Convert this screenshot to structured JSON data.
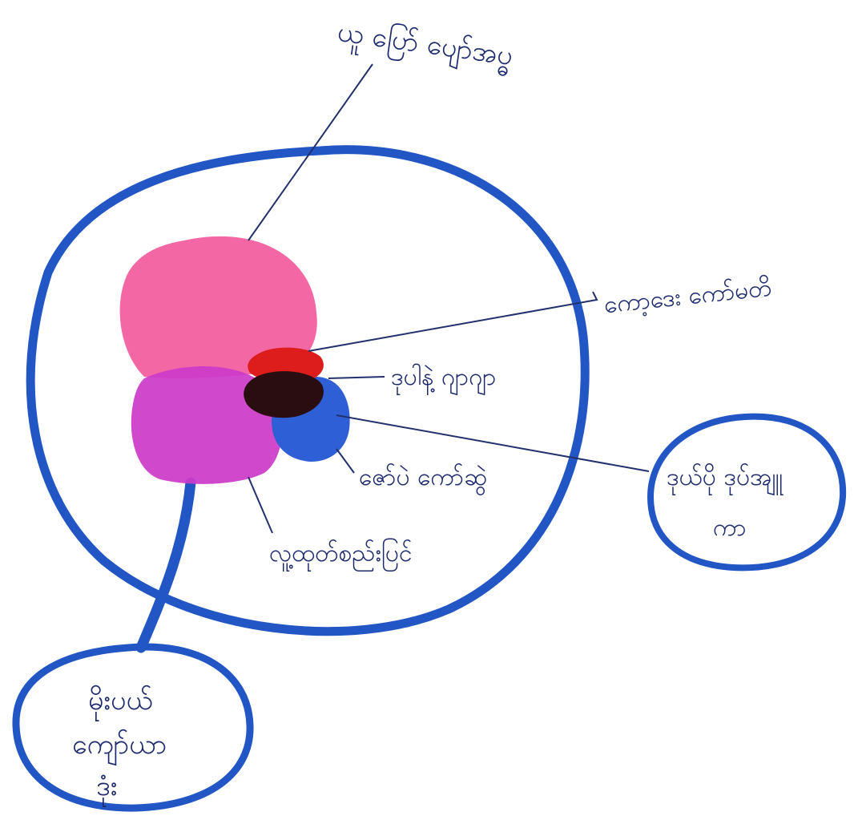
{
  "diagram": {
    "colors": {
      "outline": "#2156c4",
      "leader": "#23306e",
      "ink": "#1e2a6e",
      "pink_region": "#f2609f",
      "purple_region": "#cc3bc9",
      "red_spot": "#dd1c1c",
      "black_spot": "#2a0d10",
      "blue_spot": "#2f5fd6",
      "background": "#ffffff"
    },
    "labels": {
      "top": "ယူ ပြော် ပျော်အပ္ဓ",
      "right_upper": "ကော့ဒေး ကော်မတိ",
      "right_middle": "ဒုပါနဲ့ ဂျာဂျာ",
      "right_lower": "ဇော်ပဲ ကော်ဆွဲ",
      "bottom_center": "လူ့ထုတ်စည်းပြင်",
      "right_circle": [
        "ဒုယ်ပို ဒုပ်အျူ",
        "ကာ"
      ],
      "bottom_circle": [
        "မိုးပယ်",
        "ကျော်ယာ",
        "ဒုံး"
      ]
    }
  }
}
